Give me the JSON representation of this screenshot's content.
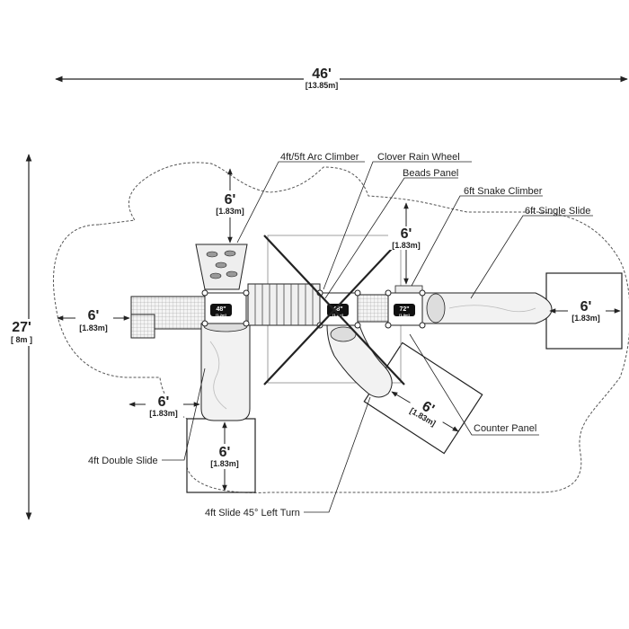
{
  "overall": {
    "width_ft": "46'",
    "width_m": "[13.85m]",
    "depth_ft": "27'",
    "depth_m": "[  8m  ]"
  },
  "safety_zones": {
    "top": {
      "ft": "6'",
      "m": "[1.83m]"
    },
    "left": {
      "ft": "6'",
      "m": "[1.83m]"
    },
    "snake": {
      "ft": "6'",
      "m": "[1.83m]"
    },
    "right": {
      "ft": "6'",
      "m": "[1.83m]"
    },
    "double_slide_side": {
      "ft": "6'",
      "m": "[1.83m]"
    },
    "double_slide_exit": {
      "ft": "6'",
      "m": "[1.83m]"
    },
    "turn_slide_exit": {
      "ft": "6'",
      "m": "[1.83m]"
    }
  },
  "decks": [
    {
      "height": "48\"",
      "metric": "[1.2m]"
    },
    {
      "height": "48\"",
      "metric": "[1.2m]"
    },
    {
      "height": "72\"",
      "metric": "[1.8m]"
    }
  ],
  "callouts": {
    "arc_climber": "4ft/5ft Arc Climber",
    "clover_rain_wheel": "Clover Rain Wheel",
    "beads_panel": "Beads Panel",
    "snake_climber": "6ft Snake Climber",
    "single_slide": "6ft Single Slide",
    "counter_panel": "Counter Panel",
    "double_slide": "4ft Double Slide",
    "turn_slide": "4ft Slide 45° Left Turn"
  },
  "colors": {
    "line": "#222222",
    "deck_fill": "#111111",
    "equipment_fill": "#f2f2f2",
    "zone_dash": "#555555"
  }
}
